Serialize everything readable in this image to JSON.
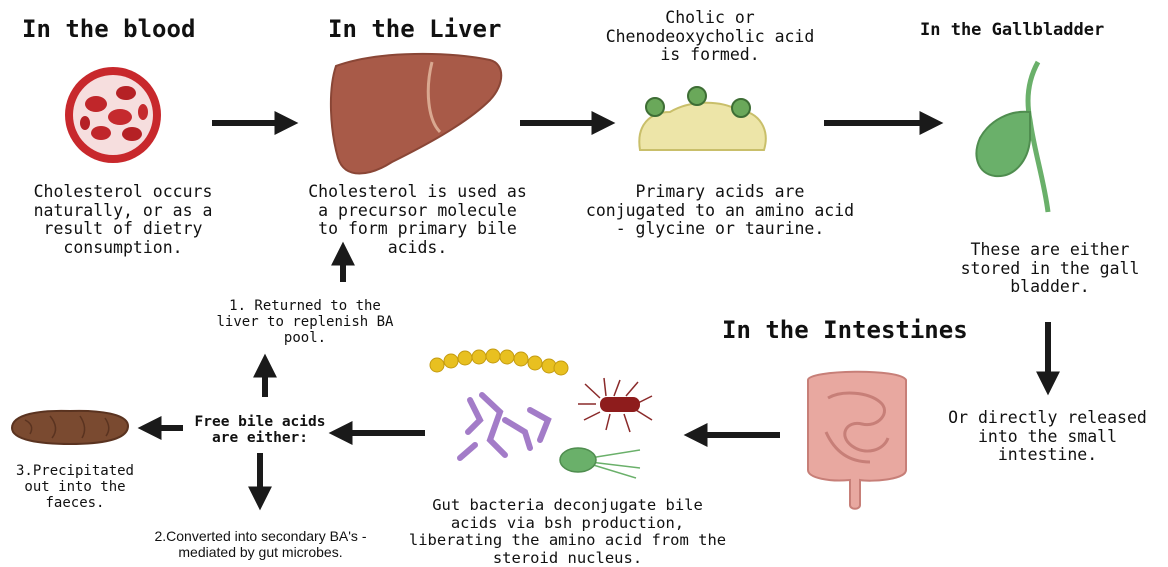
{
  "stages": {
    "blood": {
      "title": "In the blood",
      "caption": "Cholesterol  occurs\nnaturally, or as a\nresult of dietry\nconsumption."
    },
    "liver": {
      "title": "In the Liver",
      "caption": "Cholesterol is used as\na precursor molecule\nto form primary bile\nacids."
    },
    "acid": {
      "title": "Cholic or\nChenodeoxycholic acid\nis formed.",
      "caption": "Primary acids are\nconjugated to an amino acid\n- glycine or taurine."
    },
    "gallbladder": {
      "title": "In the Gallbladder",
      "caption": "These are either\nstored in the gall\nbladder."
    },
    "intestines": {
      "title": "In the Intestines",
      "caption": "Or directly released\ninto the small\nintestine."
    },
    "bacteria": {
      "caption": "Gut bacteria deconjugate bile\nacids via bsh production,\nliberating the amino acid from the\nsteroid nucleus."
    },
    "free_acids": {
      "label": "Free bile acids\nare either:"
    }
  },
  "outcomes": {
    "returned": "1. Returned to the\nliver to replenish BA\npool.",
    "converted": "2.Converted into secondary BA's -\nmediated by gut microbes.",
    "precipitated": "3.Precipitated\nout into the\nfaeces."
  },
  "icons": {
    "blood": "blood-vessel-icon",
    "liver": "liver-icon",
    "acid": "bile-acid-molecule-icon",
    "gallbladder": "gallbladder-icon",
    "intestines": "intestines-icon",
    "bacteria": "gut-bacteria-icon",
    "faeces": "faeces-icon"
  },
  "colors": {
    "arrow": "#1a1a1a",
    "blood": "#c8282c",
    "liver": "#a85a48",
    "gallbladder": "#6ab06a",
    "intestines": "#e8a8a0",
    "bacteria_purple": "#a37cc8",
    "bacteria_yellow": "#e8c020",
    "faeces": "#7a4a30"
  }
}
